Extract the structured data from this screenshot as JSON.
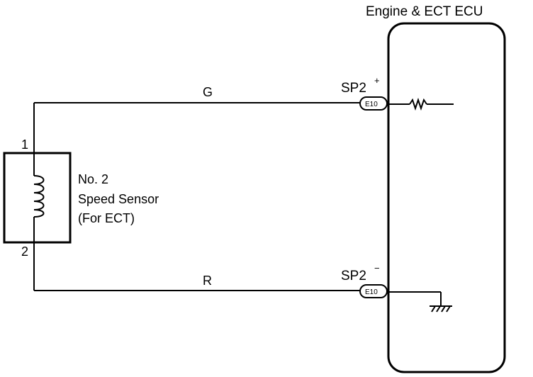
{
  "ecu": {
    "title": "Engine & ECT ECU"
  },
  "sensor": {
    "name_line1": "No. 2",
    "name_line2": "Speed Sensor",
    "name_line3": "(For ECT)",
    "terminal_1": "1",
    "terminal_2": "2"
  },
  "wires": {
    "top_color": "G",
    "bottom_color": "R"
  },
  "terminals": {
    "sp2_plus": {
      "label": "SP2",
      "sign": "+",
      "connector": "E10"
    },
    "sp2_minus": {
      "label": "SP2",
      "sign": "−",
      "connector": "E10"
    }
  }
}
